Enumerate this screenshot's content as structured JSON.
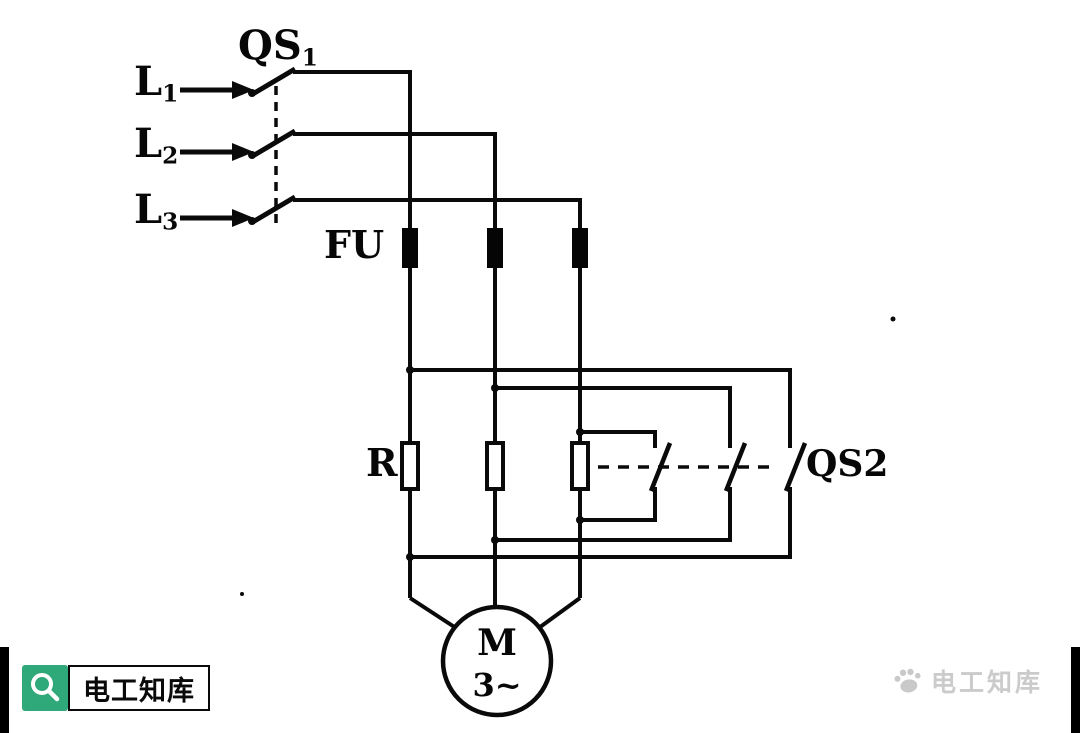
{
  "page": {
    "background": "#ffffff"
  },
  "circuit": {
    "phases": [
      {
        "main": "L",
        "sub": "1"
      },
      {
        "main": "L",
        "sub": "2"
      },
      {
        "main": "L",
        "sub": "3"
      }
    ],
    "isolator_label": {
      "main": "QS",
      "sub": "1"
    },
    "fuse_label": "FU",
    "resistor_label": "R",
    "bypass_switch_label": "QS2",
    "motor_label": "M",
    "motor_phase_label": "3~"
  },
  "watermarks": {
    "left": {
      "text": "电工知库",
      "icon": "magnifier",
      "accent_color": "#2fa87a"
    },
    "right": {
      "text": "电工知库",
      "icon": "paw",
      "color": "#c9c9c9"
    }
  }
}
